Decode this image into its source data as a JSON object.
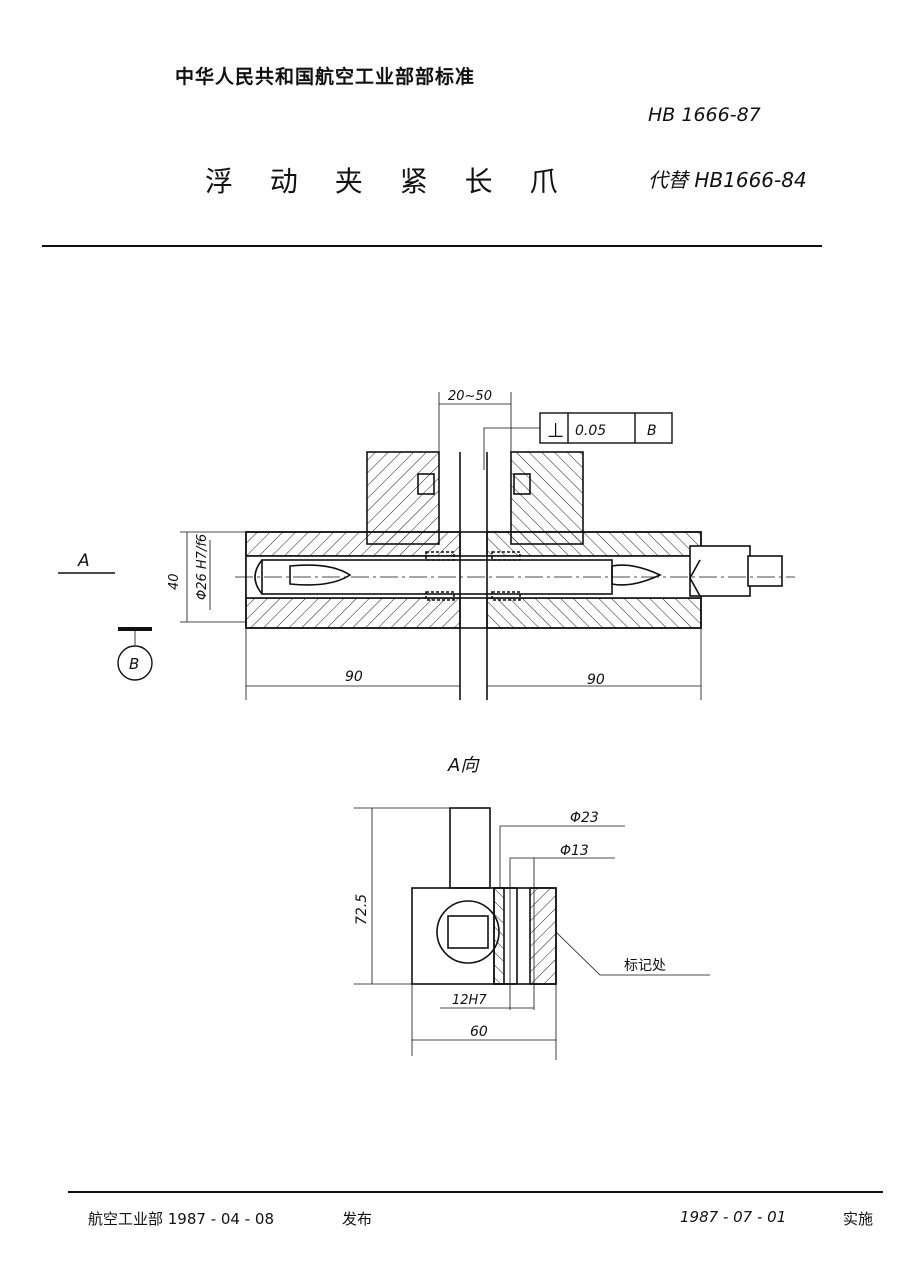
{
  "header": {
    "organization": "中华人民共和国航空工业部部标准",
    "standard_no": "HB 1666-87",
    "title": "浮 动 夹 紧 长 爪",
    "supersedes": "代替 HB1666-84"
  },
  "main_view": {
    "dim_gap": "20~50",
    "tolerance_symbol": "⊥",
    "tolerance_value": "0.05",
    "datum": "B",
    "dim_height": "40",
    "dim_bore": "Φ26 H7/f6",
    "view_arrow_label": "A",
    "datum_label": "B",
    "dim_left": "90",
    "dim_right": "90"
  },
  "view_a": {
    "title": "A向",
    "dim_phi23": "Φ23",
    "dim_phi13": "Φ13",
    "dim_height": "72.5",
    "dim_12h7": "12H7",
    "dim_60": "60",
    "mark_label": "标记处"
  },
  "footer": {
    "issuer_date": "航空工业部 1987 - 04 - 08",
    "issue": "发布",
    "effective_date": "1987 - 07 - 01",
    "implement": "实施"
  }
}
